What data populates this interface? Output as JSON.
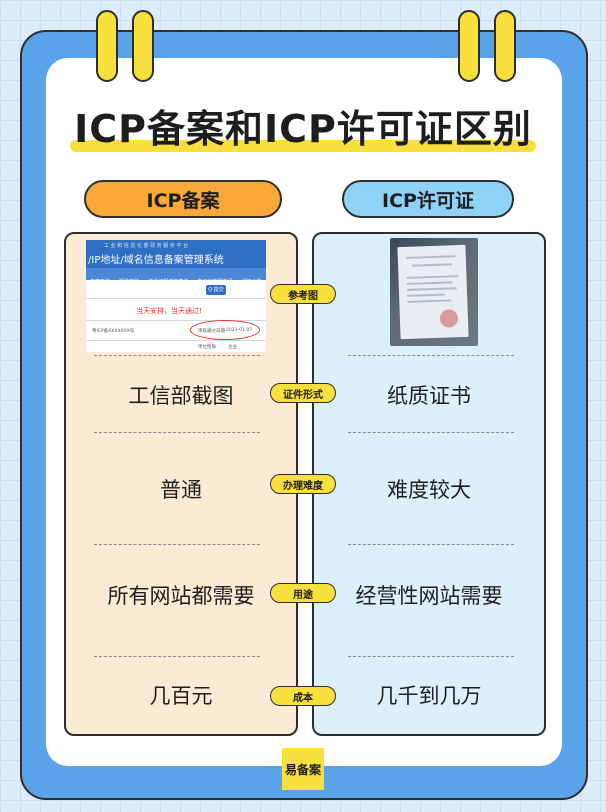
{
  "title": "ICP备案和ICP许可证区别",
  "left_header": "ICP备案",
  "right_header": "ICP许可证",
  "rows": [
    {
      "label": "参考图"
    },
    {
      "label": "证件形式",
      "left": "工信部截图",
      "right": "纸质证书"
    },
    {
      "label": "办理难度",
      "left": "普通",
      "right": "难度较大"
    },
    {
      "label": "用途",
      "left": "所有网站都需要",
      "right": "经营性网站需要"
    },
    {
      "label": "成本",
      "left": "几百元",
      "right": "几千到几万"
    }
  ],
  "screenshot": {
    "small_header": "工 业 和 信 息 化 部 政 务 服 务 平 台",
    "title": "/IP地址/域名信息备案管理系统",
    "nav": [
      "备案查询",
      "短信核验",
      "违法违规域名查询",
      "电子化核验申请",
      "通知公告"
    ],
    "search_button": "Q 提交",
    "notice": "当天安排，当天通过!",
    "record_number": "粤ICP备XXXXXXX号",
    "date_label": "审核通过日期",
    "date": "2023-01-07",
    "type_label": "单位性质",
    "type_value": "企业"
  },
  "brand": "易备案",
  "colors": {
    "background": "#dcecfb",
    "frame": "#5ba3e9",
    "accent_yellow": "#f7df3c",
    "left_header": "#f7a838",
    "right_header": "#8fd2f7",
    "left_column": "#fcebd4",
    "right_column": "#dcf0fc",
    "notice_red": "#e2342b"
  }
}
